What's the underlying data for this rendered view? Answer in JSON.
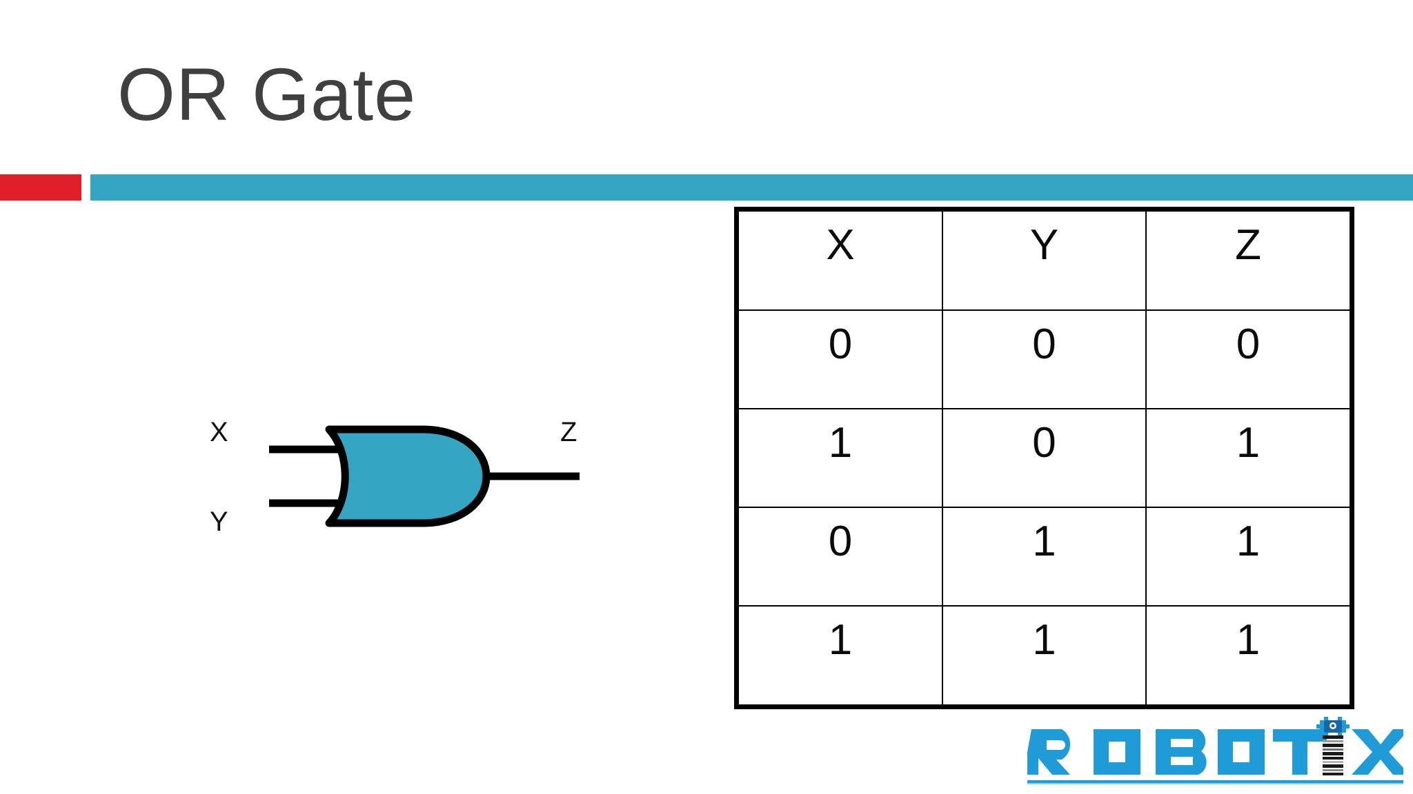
{
  "slide": {
    "title": "OR Gate",
    "background_color": "#ffffff",
    "title_color": "#404040"
  },
  "accent_bars": {
    "red_color": "#e01f28",
    "blue_color": "#34a6c4"
  },
  "gate_diagram": {
    "gate_type": "OR",
    "gate_fill_color": "#34a6c4",
    "gate_stroke_color": "#000000",
    "input_labels": [
      "X",
      "Y"
    ],
    "output_label": "Z"
  },
  "truth_table": {
    "headers": [
      "X",
      "Y",
      "Z"
    ],
    "rows": [
      [
        "0",
        "0",
        "0"
      ],
      [
        "1",
        "0",
        "1"
      ],
      [
        "0",
        "1",
        "1"
      ],
      [
        "1",
        "1",
        "1"
      ]
    ],
    "border_color": "#000000"
  },
  "logo": {
    "text": "ROBOTIX",
    "primary_color": "#1f9cd7",
    "accent_color": "#1565a8",
    "stripe_color": "#1a1a1a"
  }
}
